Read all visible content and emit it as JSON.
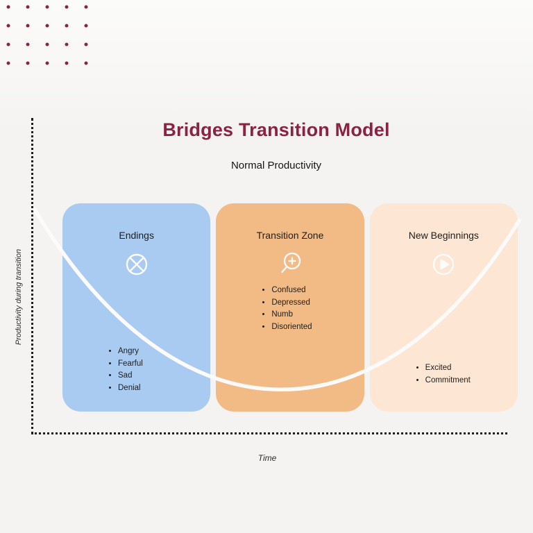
{
  "title": "Bridges Transition Model",
  "subtitle": "Normal Productivity",
  "axes": {
    "y_label": "Productivity during transition",
    "x_label": "Time"
  },
  "phases": [
    {
      "name": "Endings",
      "icon": "cancel-circle-icon",
      "color": "#a9caf1",
      "items": [
        "Angry",
        "Fearful",
        "Sad",
        "Denial"
      ]
    },
    {
      "name": "Transition Zone",
      "icon": "magnifier-plus-icon",
      "color": "#f2bb85",
      "items": [
        "Confused",
        "Depressed",
        "Numb",
        "Disoriented"
      ]
    },
    {
      "name": "New Beginnings",
      "icon": "play-circle-icon",
      "color": "#fde6d4",
      "items": [
        "Excited",
        "Commitment"
      ]
    }
  ],
  "colors": {
    "accent": "#8b2144",
    "curve": "#fcfbfa",
    "axis": "#1c1c1c",
    "icon_stroke": "#fdfdfd"
  }
}
